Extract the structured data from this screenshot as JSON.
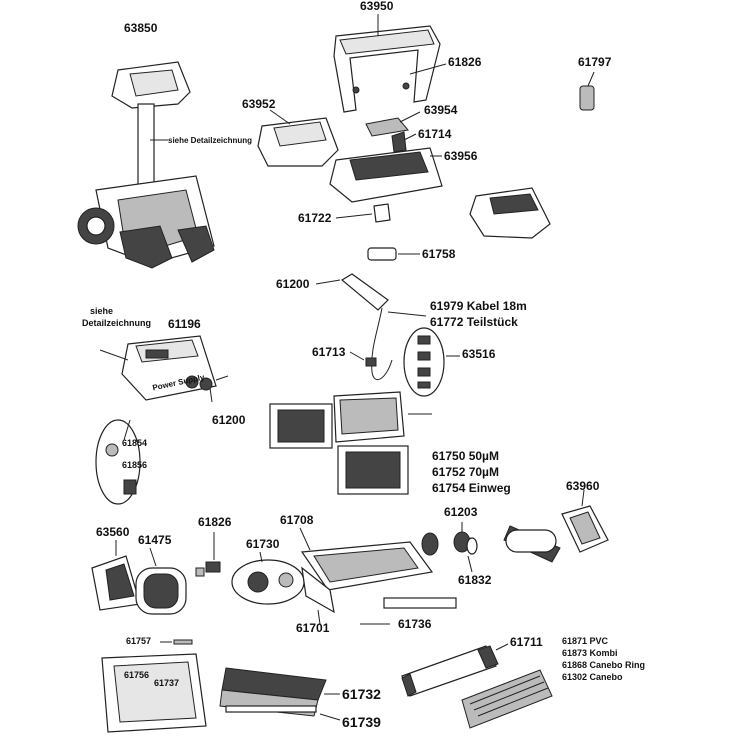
{
  "labels": {
    "p63850": "63850",
    "note_right": "siehe Detailzeichnung",
    "p63950": "63950",
    "p61826a": "61826",
    "p61797": "61797",
    "p63952": "63952",
    "p63954": "63954",
    "p61714": "61714",
    "p63956": "63956",
    "p61722": "61722",
    "p61758": "61758",
    "p61200a": "61200",
    "p61979": "61979 Kabel 18m",
    "p61772": "61772 Teilstück",
    "note_left_1": "siehe",
    "note_left_2": "Detailzeichnung",
    "p61196": "61196",
    "p61713": "61713",
    "p63516": "63516",
    "p61200b": "61200",
    "p61854": "61854",
    "p61856": "61856",
    "p61750": "61750 50µM",
    "p61752": "61752 70µM",
    "p61754": "61754 Einweg",
    "p61203": "61203",
    "p63960": "63960",
    "p63560": "63560",
    "p61475": "61475",
    "p61826b": "61826",
    "p61708": "61708",
    "p61730": "61730",
    "p61832": "61832",
    "p61701": "61701",
    "p61736": "61736",
    "p61757": "61757",
    "p61756": "61756",
    "p61737": "61737",
    "p61711": "61711",
    "p61871": "61871 PVC",
    "p61873": "61873 Kombi",
    "p61868": "61868 Canebo Ring",
    "p61302": "61302 Canebo",
    "p61732": "61732",
    "p61739": "61739",
    "power_supply": "Power Supply"
  }
}
